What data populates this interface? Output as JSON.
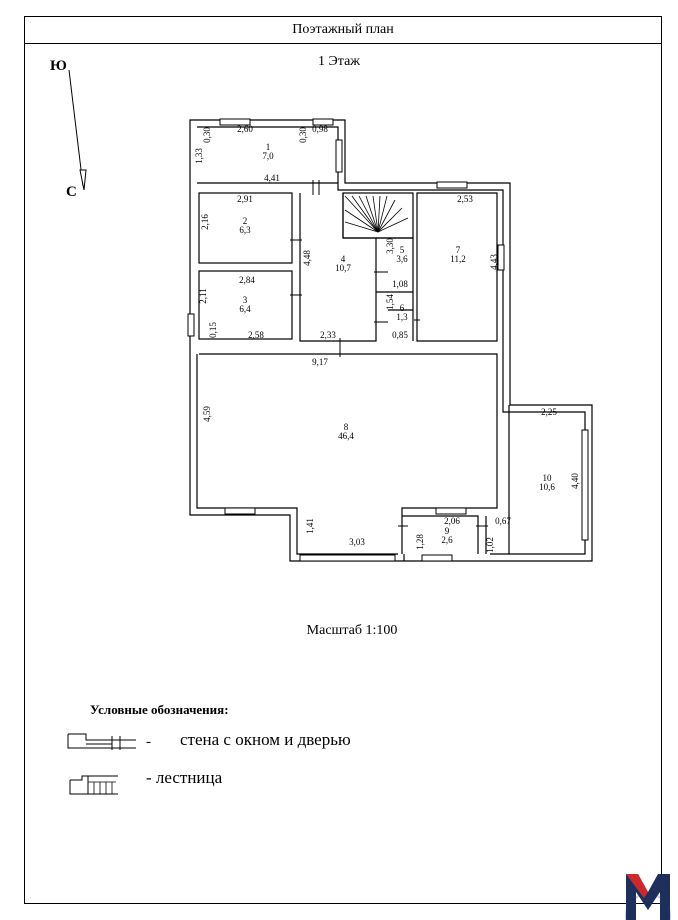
{
  "title": "Поэтажный план",
  "floor_label": "1 Этаж",
  "compass": {
    "north": "Ю",
    "south": "С"
  },
  "rooms": [
    {
      "number": "1",
      "area": "7,0"
    },
    {
      "number": "2",
      "area": "6,3"
    },
    {
      "number": "3",
      "area": "6,4"
    },
    {
      "number": "4",
      "area": "10,7"
    },
    {
      "number": "5",
      "area": "3,6"
    },
    {
      "number": "6",
      "area": "1,3"
    },
    {
      "number": "7",
      "area": "11,2"
    },
    {
      "number": "8",
      "area": "46,4"
    },
    {
      "number": "9",
      "area": "2,6"
    },
    {
      "number": "10",
      "area": "10,6"
    }
  ],
  "dimensions": [
    "2,60",
    "0,30",
    "0,30",
    "0,98",
    "1,33",
    "4,41",
    "2,91",
    "2,16",
    "4,48",
    "3,30",
    "2,53",
    "4,43",
    "2,84",
    "2,11",
    "1,54",
    "1,08",
    "0,15",
    "2,58",
    "2,33",
    "0,85",
    "9,17",
    "4,59",
    "2,25",
    "4,40",
    "1,41",
    "3,03",
    "2,06",
    "0,67",
    "1,28",
    "1,02"
  ],
  "scale": "Масштаб 1:100",
  "legend": {
    "title": "Условные обозначения:",
    "items": [
      {
        "dash": "-",
        "label": "стена с окном и дверью"
      },
      {
        "label": "- лестница"
      }
    ]
  },
  "colors": {
    "line": "#000000",
    "background": "#ffffff",
    "logo_red": "#cc2a2a",
    "logo_navy": "#1f2f5c"
  }
}
